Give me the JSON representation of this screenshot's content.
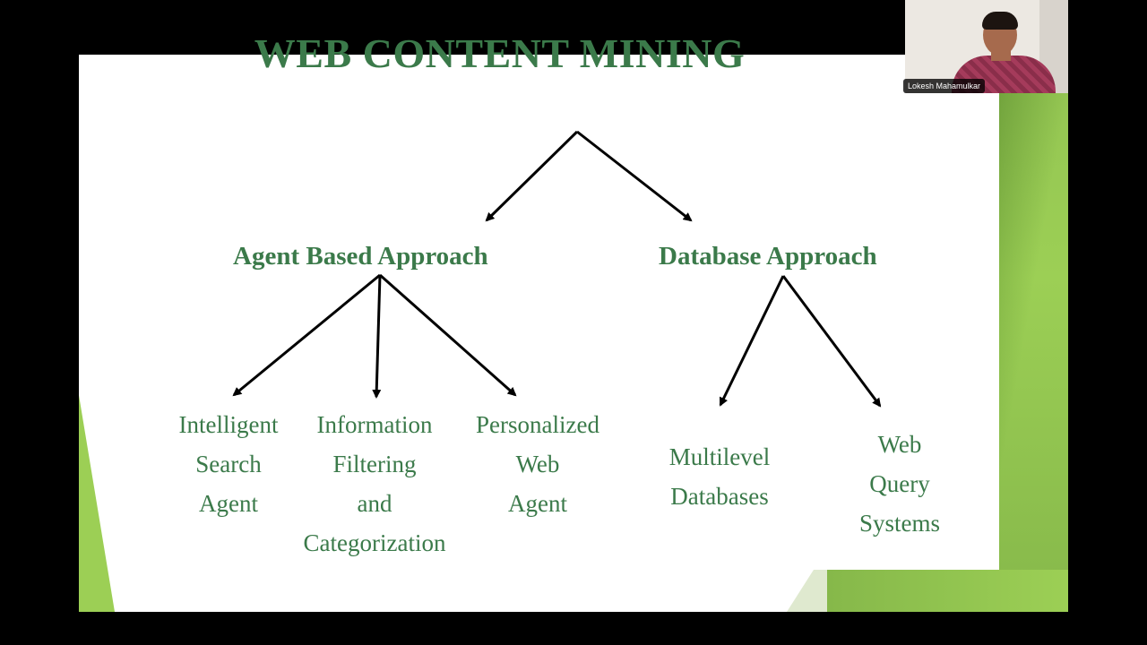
{
  "slide": {
    "title": "WEB CONTENT MINING",
    "branches": [
      {
        "label": "Agent Based Approach",
        "leaves": [
          {
            "lines": [
              "Intelligent",
              "Search",
              "Agent"
            ]
          },
          {
            "lines": [
              "Information",
              "Filtering",
              "and",
              "Categorization"
            ]
          },
          {
            "lines": [
              "Personalized",
              "Web",
              "Agent"
            ]
          }
        ]
      },
      {
        "label": "Database Approach",
        "leaves": [
          {
            "lines": [
              "Multilevel",
              "Databases"
            ]
          },
          {
            "lines": [
              "Web",
              "Query",
              "Systems"
            ]
          }
        ]
      }
    ],
    "colors": {
      "text": "#3b7a4a",
      "accent": "#9ccf55",
      "arrow": "#000000"
    }
  },
  "participant": {
    "name": "Lokesh Mahamulkar"
  }
}
